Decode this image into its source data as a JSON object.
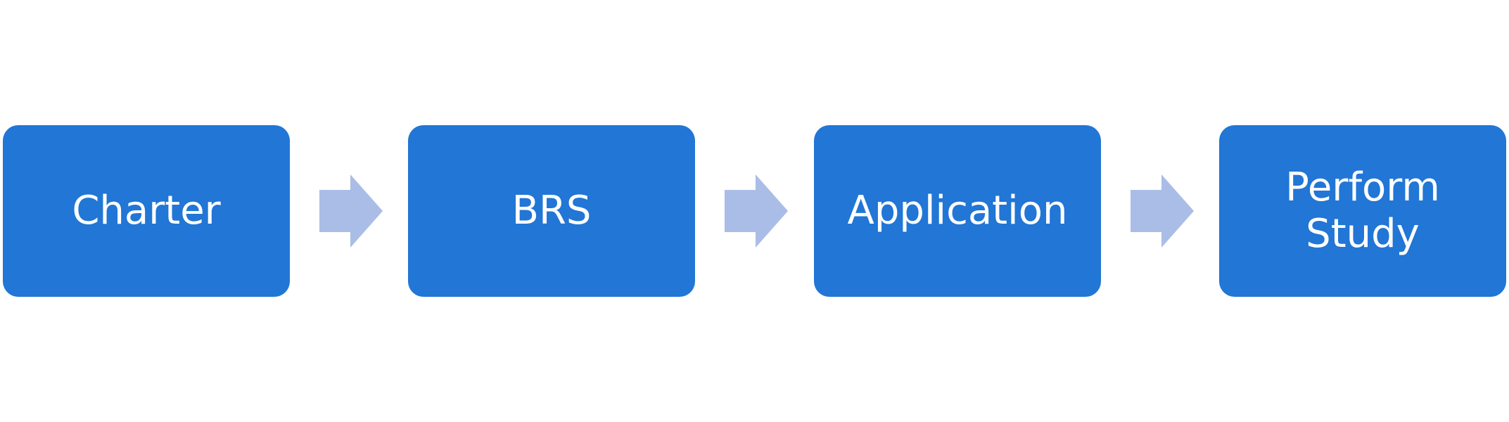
{
  "diagram": {
    "steps": [
      {
        "label": "Charter"
      },
      {
        "label": "BRS"
      },
      {
        "label": "Application"
      },
      {
        "label": "Perform\nStudy"
      }
    ],
    "colors": {
      "box_fill": "#2176D6",
      "box_text": "#FFFFFF",
      "arrow_fill": "#AABDE6",
      "background": "#FFFFFF"
    }
  }
}
